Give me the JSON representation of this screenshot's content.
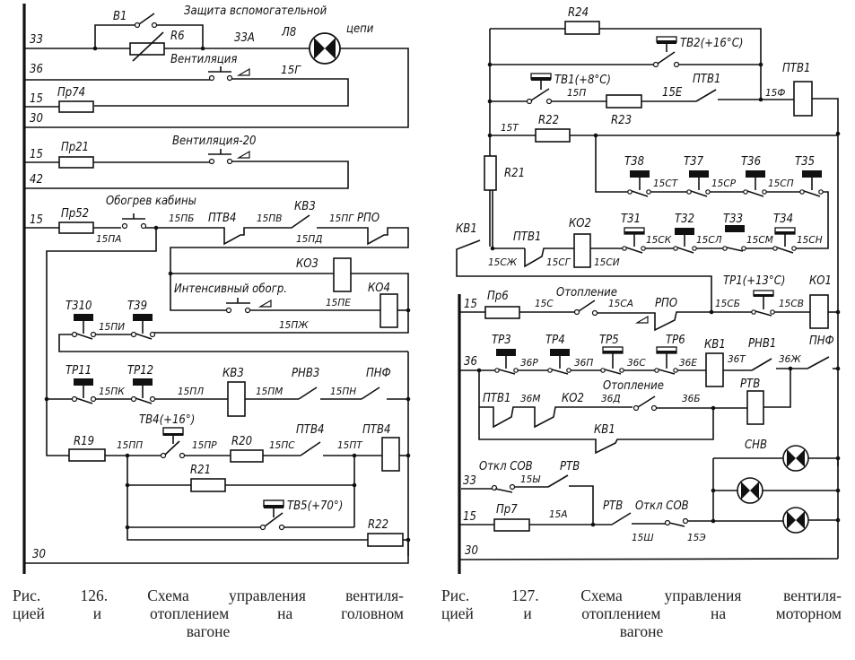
{
  "figures": [
    {
      "number": "Рис. 126.",
      "caption_line1": "Рис. 126. Схема управления вентиля-",
      "caption_line2": "цией и отоплением на головном",
      "caption_line3": "вагоне",
      "wire_labels": {
        "w33": "33",
        "w36": "36",
        "w15a": "15",
        "w30": "30",
        "w15b": "15",
        "w42": "42",
        "w15c": "15",
        "w30b": "30",
        "n33A": "33А",
        "n15G": "15Г",
        "n15PA": "15ПА",
        "n15PB": "15ПБ",
        "n15PV": "15ПВ",
        "n15PG": "15ПГ",
        "n15PD": "15ПД",
        "n15PE": "15ПЕ",
        "n15PZh": "15ПЖ",
        "n15PI": "15ПИ",
        "n15PK": "15ПК",
        "n15PL": "15ПЛ",
        "n15PM": "15ПМ",
        "n15PN": "15ПН",
        "n15PO": "15ПП",
        "n15PR": "15ПР",
        "n15PS": "15ПС",
        "n15PT": "15ПТ"
      },
      "components": {
        "B1": "В1",
        "R6": "R6",
        "L8": "Л8",
        "Pr74": "Пр74",
        "Pr21": "Пр21",
        "Pr52": "Пр52",
        "PTV4a": "ПТВ4",
        "KV3a": "КВ3",
        "RPO": "РПО",
        "KO3": "КО3",
        "KO4": "КО4",
        "T310": "Т310",
        "T39": "Т39",
        "TR11": "ТР11",
        "TR12": "ТР12",
        "KV3b": "КВ3",
        "RNV3": "РНВ3",
        "PNF": "ПНФ",
        "TV4": "ТВ4(+16°)",
        "R19": "R19",
        "R20": "R20",
        "PTV4b": "ПТВ4",
        "PTV4c": "ПТВ4",
        "R21": "R21",
        "TV5": "ТВ5(+70°)",
        "R22": "R22"
      },
      "notes": {
        "aux_protection_1": "Защита вспомогательной",
        "aux_protection_2": "цепи",
        "ventilation": "Вентиляция",
        "ventilation20": "Вентиляция-20",
        "cab_heating": "Обогрев кабины",
        "intensive_heating": "Интенсивный обогр."
      }
    },
    {
      "number": "Рис. 127.",
      "caption_line1": "Рис. 127. Схема управления вентиля-",
      "caption_line2": "цией и отоплением на моторном",
      "caption_line3": "вагоне",
      "wire_labels": {
        "w15": "15",
        "w36": "36",
        "w33": "33",
        "w15b": "15",
        "w30": "30",
        "n15P": "15П",
        "n15E": "15Е",
        "n15F": "15Ф",
        "n15T": "15Т",
        "n15ST": "15СТ",
        "n15SR": "15СР",
        "n15SP": "15СП",
        "n15SK": "15СК",
        "n15SL": "15СЛ",
        "n15SM": "15СМ",
        "n15SN": "15СН",
        "n15SZh": "15СЖ",
        "n15SG": "15СГ",
        "n15SI": "15СИ",
        "n15S": "15С",
        "n15SA": "15СА",
        "n15SB": "15СБ",
        "n15SV": "15СВ",
        "n36R": "36Р",
        "n36P": "36П",
        "n36S": "36С",
        "n36E": "36Е",
        "n36T": "36Т",
        "n36Zh": "36Ж",
        "n36M": "36М",
        "n36D": "36Д",
        "n36B": "36Б",
        "n15Y": "15Ы",
        "n15A": "15А",
        "n15Sh": "15Ш",
        "n15E2": "15Э"
      },
      "components": {
        "R24": "R24",
        "TV2": "ТВ2(+16°С)",
        "TV1": "ТВ1(+8°С)",
        "PTV1a": "ПТВ1",
        "PTV1b": "ПТВ1",
        "R22": "R22",
        "R23": "R23",
        "R21": "R21",
        "T38": "Т38",
        "T37": "Т37",
        "T36": "Т36",
        "T35": "Т35",
        "T31": "Т31",
        "T32": "Т32",
        "T33": "Т33",
        "T34": "Т34",
        "KV1a": "КВ1",
        "PTV1c": "ПТВ1",
        "KO2": "КО2",
        "TR1": "ТР1(+13°С)",
        "KO1": "КО1",
        "Pr6": "Пр6",
        "RPO": "РПО",
        "TR3": "ТР3",
        "TR4": "ТР4",
        "TR5": "ТР5",
        "TR6": "ТР6",
        "KV1b": "КВ1",
        "RNV1": "РНВ1",
        "PNF": "ПНФ",
        "PTV1d": "ПТВ1",
        "KO2b": "КО2",
        "RTV": "РТВ",
        "KV1c": "КВ1",
        "SNV": "СНВ",
        "RTV2": "РТВ",
        "RTV3": "РТВ",
        "Pr7": "Пр7"
      },
      "notes": {
        "heating1": "Отопление",
        "heating2": "Отопление",
        "off_sov1": "Откл СОВ",
        "off_sov2": "Откл СОВ"
      }
    }
  ]
}
